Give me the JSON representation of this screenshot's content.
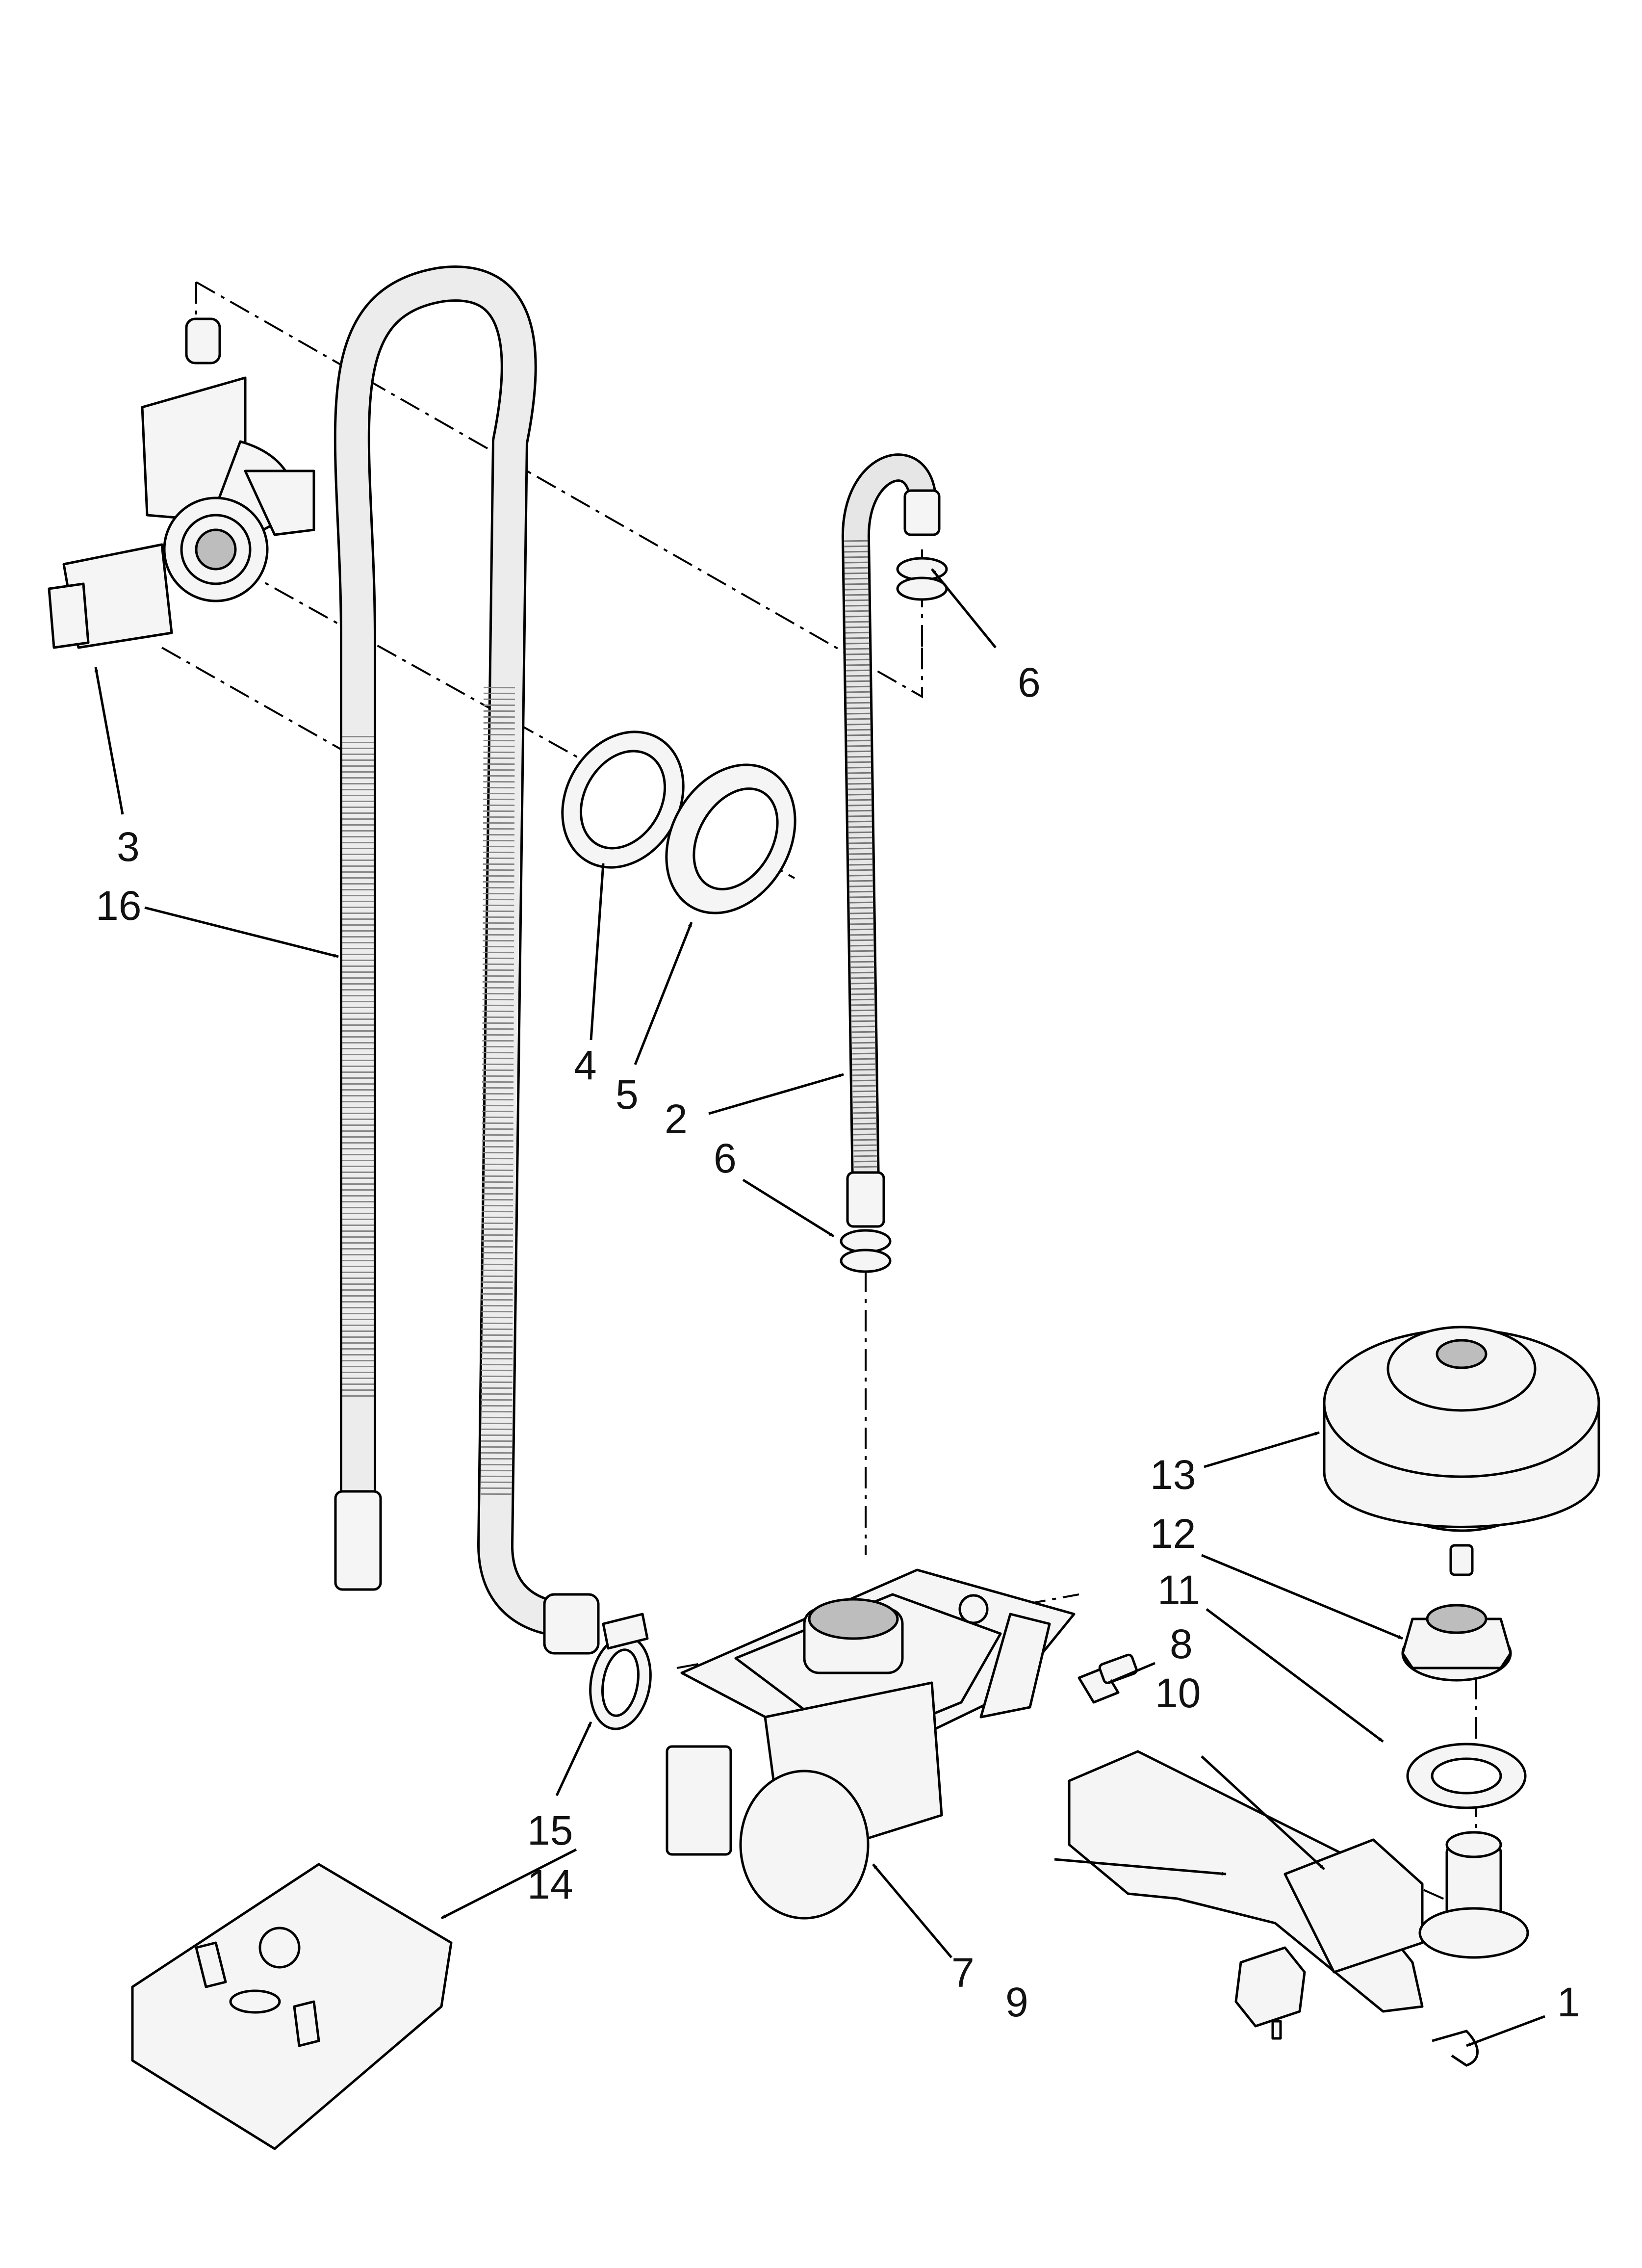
{
  "callouts": {
    "c1": "1",
    "c2": "2",
    "c3": "3",
    "c4": "4",
    "c5": "5",
    "c6a": "6",
    "c6b": "6",
    "c7": "7",
    "c8": "8",
    "c9": "9",
    "c10": "10",
    "c11": "11",
    "c12": "12",
    "c13": "13",
    "c14": "14",
    "c15": "15",
    "c16": "16"
  }
}
